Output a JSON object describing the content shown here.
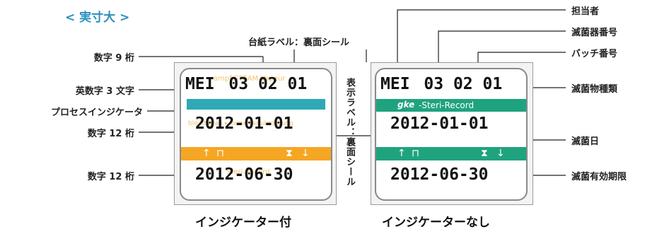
{
  "heading": "< 実寸大 >",
  "backing_label": "台紙ラベル：裏面シール",
  "display_label": "表示ラベル：裏面シール",
  "left_callouts": {
    "digits9": "数字 9 桁",
    "alpha3": "英数字 3 文字",
    "process_indicator": "プロセスインジケータ",
    "digits12_a": "数字 12 桁",
    "digits12_b": "数字 12 桁"
  },
  "right_callouts": {
    "operator": "担当者",
    "sterilizer_no": "滅菌器番号",
    "batch_no": "バッチ番号",
    "item_type": "滅菌物種類",
    "sterilization_date": "滅菌日",
    "expiry": "滅菌有効期限"
  },
  "label_with_indicator": {
    "caption": "インジケーター付",
    "code_prefix": "MEI",
    "code_digits": "03 02 01",
    "date_top": "2012-01-01",
    "date_bottom": "2012-06-30",
    "bg_text_top": "ampf  STEAM  Vapeur",
    "bg_text_mid": "bleibt grau  ▸  keine Farbänderung",
    "bg_text_bot": "Steri-Record"
  },
  "label_without_indicator": {
    "caption": "インジケーターなし",
    "code_prefix": "MEI",
    "code_digits": "03 02 01",
    "brand_bold": "gke",
    "brand_text": "-Steri-Record",
    "date_top": "2012-01-01",
    "date_bottom": "2012-06-30"
  },
  "icons": [
    "up-arrow-icon",
    "sterilizer-chamber-icon",
    "hourglass-icon",
    "down-arrow-icon"
  ],
  "colors": {
    "heading": "#2a8fc0",
    "indicator_bar": "#2ea9b5",
    "orange_bar": "#f5a623",
    "green_bar": "#1fa37f"
  }
}
